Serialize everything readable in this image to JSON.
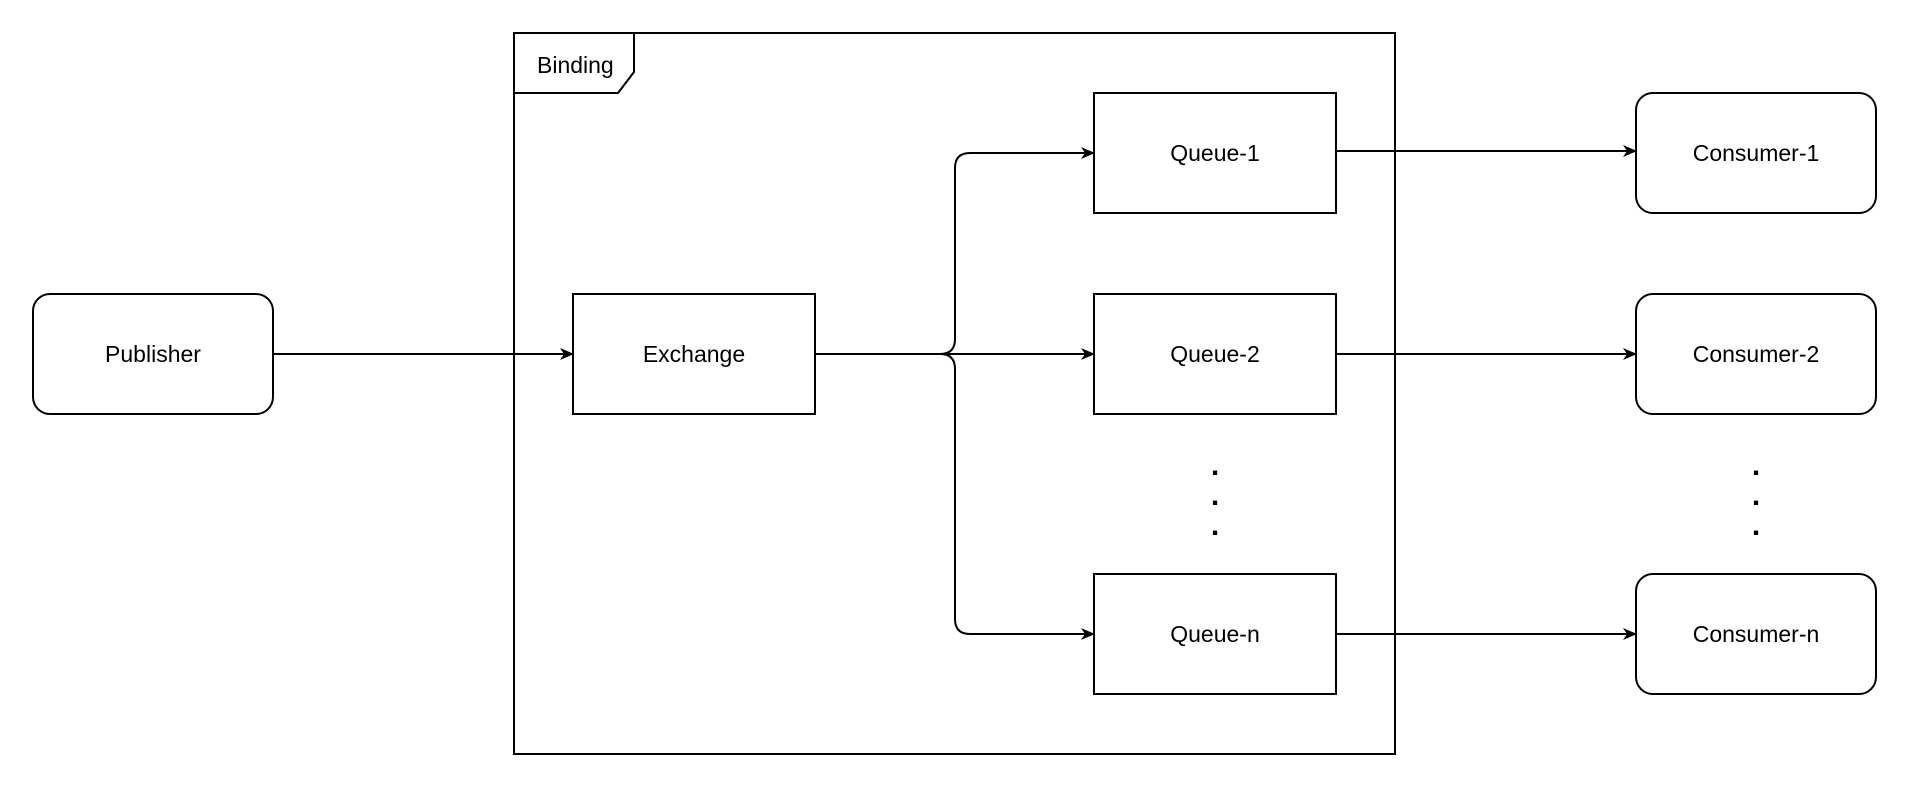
{
  "frame": {
    "label": "Binding"
  },
  "nodes": {
    "publisher": "Publisher",
    "exchange": "Exchange",
    "queue_1": "Queue-1",
    "queue_2": "Queue-2",
    "queue_n": "Queue-n",
    "consumer_1": "Consumer-1",
    "consumer_2": "Consumer-2",
    "consumer_n": "Consumer-n"
  },
  "ellipsis": {
    "queues": ".",
    "consumers": "."
  },
  "colors": {
    "stroke": "#000000",
    "fill": "#ffffff"
  }
}
